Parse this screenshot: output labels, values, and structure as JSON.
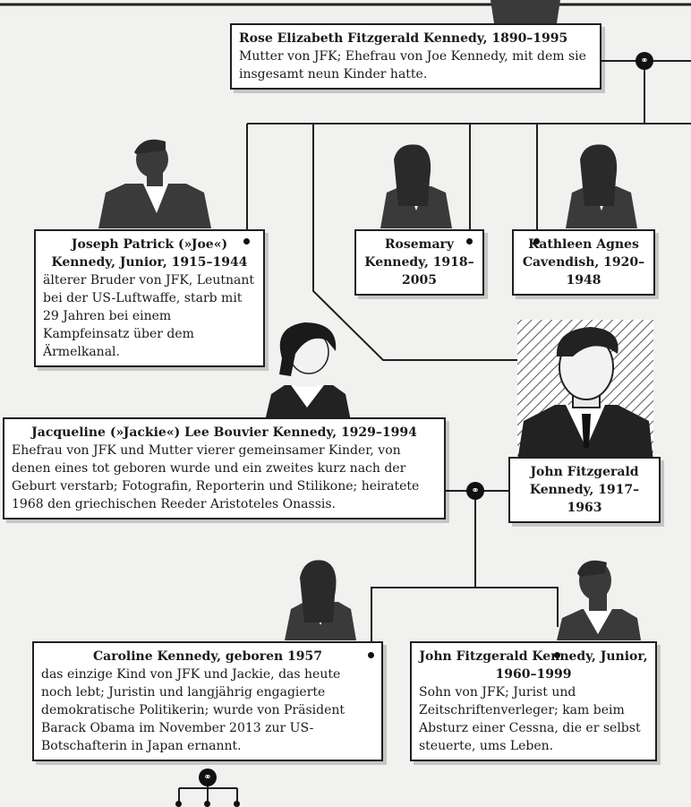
{
  "people": {
    "rose": {
      "title": "Rose Elizabeth Fitzgerald Kennedy, 1890–1995",
      "desc": "Mutter von JFK; Ehefrau von Joe Kennedy, mit dem sie insgesamt neun Kinder hatte."
    },
    "joe_jr": {
      "title": "Joseph Patrick (»Joe«) Kennedy, Junior, 1915–1944",
      "desc": "älterer Bruder von JFK, Leutnant bei der US-Luftwaffe, starb mit 29 Jahren bei einem Kampfeinsatz über dem Ärmelkanal."
    },
    "rosemary": {
      "title": "Rosemary Kennedy, 1918–2005"
    },
    "kathleen": {
      "title": "Kathleen Agnes Cavendish, 1920–1948"
    },
    "jfk": {
      "title": "John Fitzgerald Kennedy, 1917–1963"
    },
    "jackie": {
      "title": "Jacqueline (»Jackie«) Lee Bouvier Kennedy, 1929–1994",
      "desc": "Ehefrau von JFK und Mutter vierer gemeinsamer Kinder, von denen eines tot geboren wurde und ein zweites kurz nach der Geburt verstarb; Fotografin, Reporterin und Stilikone; heiratete 1968 den griechischen Reeder Aristoteles Onassis."
    },
    "caroline": {
      "title": "Caroline Kennedy, geboren 1957",
      "desc": "das einzige Kind von JFK und Jackie, das heute noch lebt; Juristin und langjährig engagierte demokratische Politikerin; wurde von Präsident Barack Obama im November 2013 zur US-Botschafterin in Japan ernannt."
    },
    "jfk_jr": {
      "title": "John Fitzgerald Kennedy, Junior, 1960–1999",
      "desc": "Sohn von JFK; Jurist und Zeitschriftenverleger; kam beim Absturz einer Cessna, die er selbst steuerte, ums Leben."
    }
  },
  "icons": {
    "marriage": "wedding-rings-icon"
  },
  "colors": {
    "line": "#1f1f1f",
    "silhouette": "#3a3a3a",
    "paper": "#f1f1ef"
  }
}
